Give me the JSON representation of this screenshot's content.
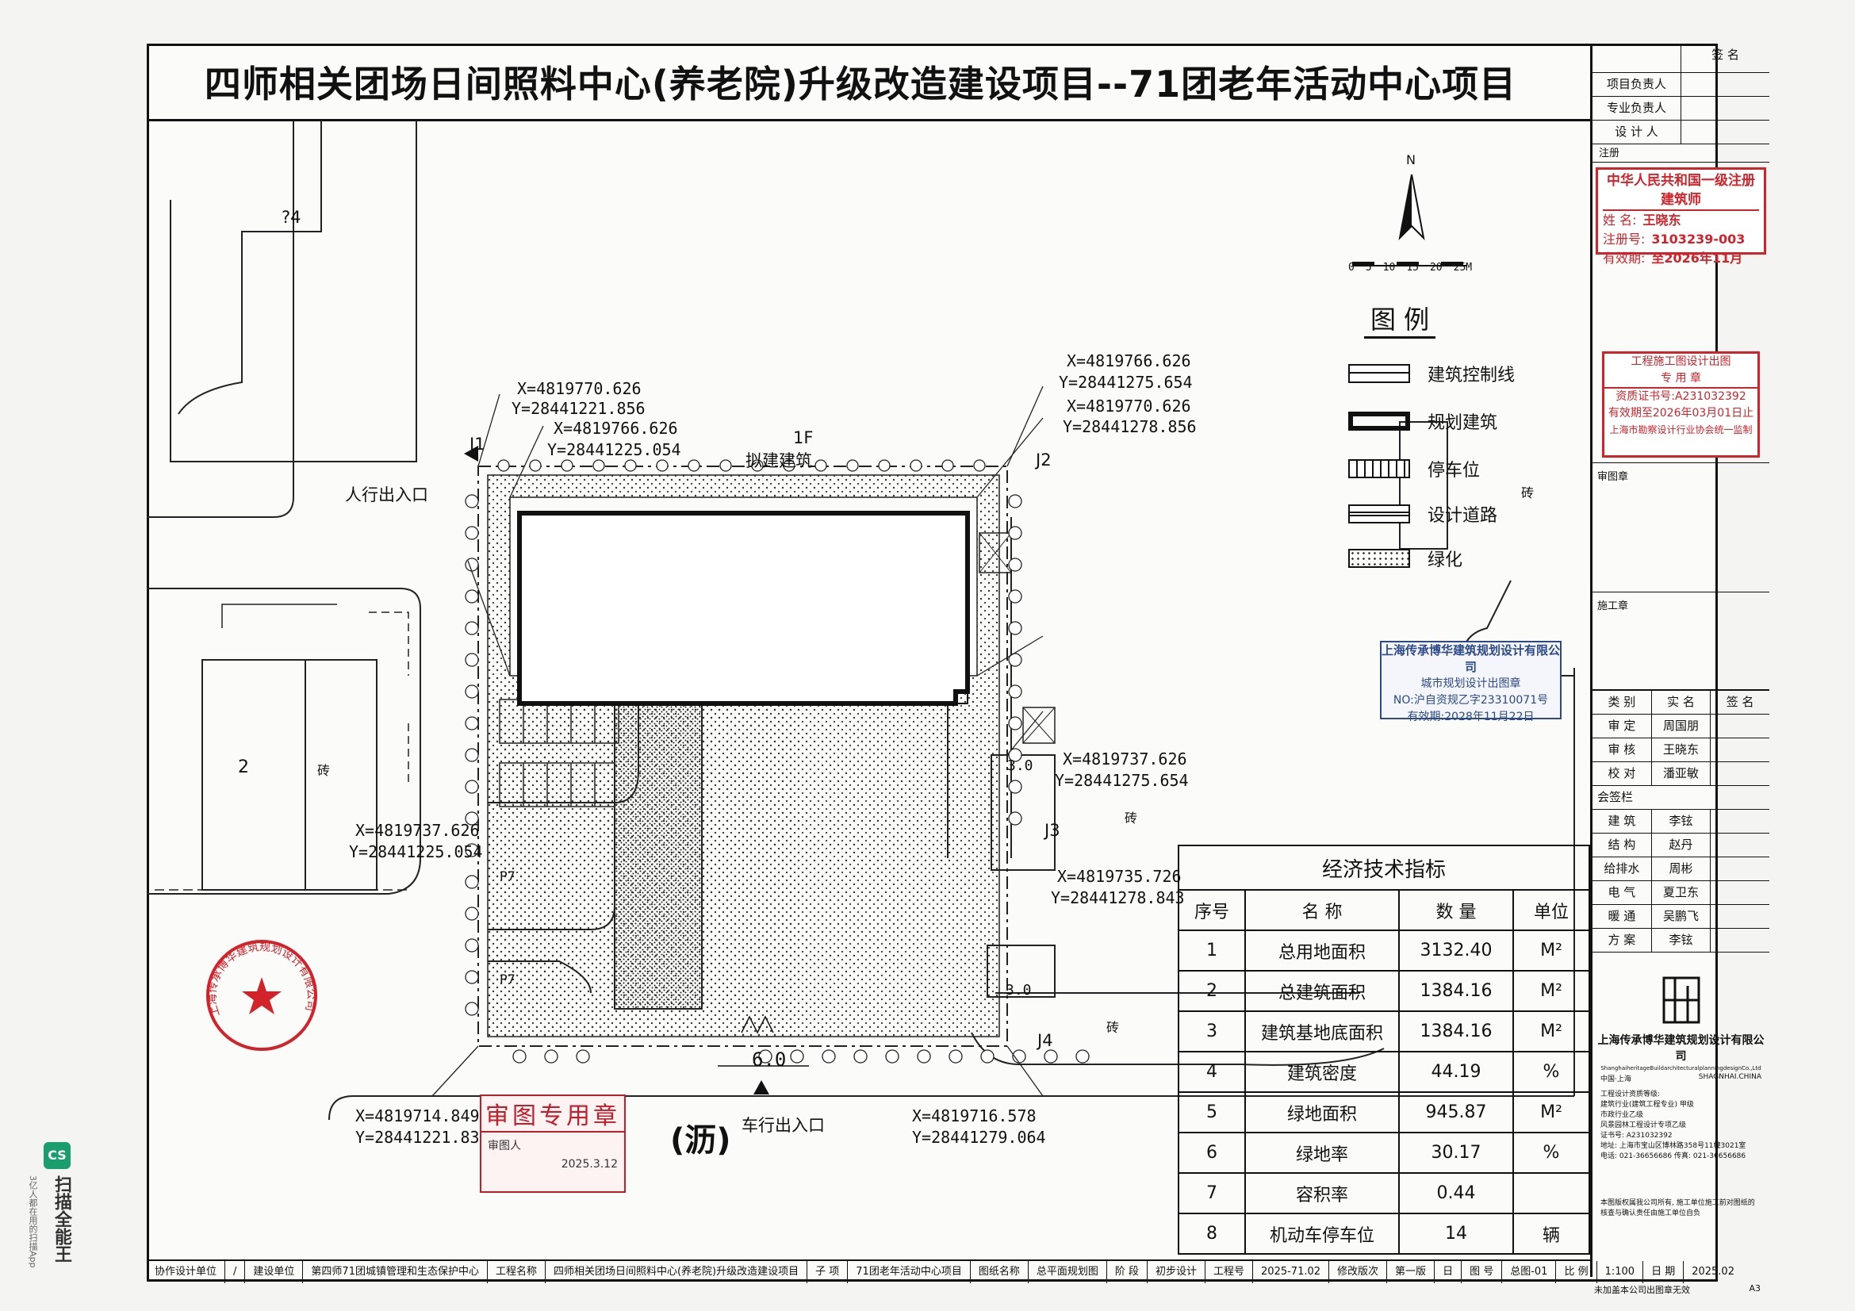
{
  "title": "四师相关团场日间照料中心(养老院)升级改造建设项目--71团老年活动中心项目",
  "compass": {
    "north": "N",
    "scale": [
      "0",
      "5",
      "10",
      "15",
      "20",
      "25M"
    ]
  },
  "legend": {
    "heading": "图 例",
    "items": [
      {
        "label": "建筑控制线"
      },
      {
        "label": "规划建筑"
      },
      {
        "label": "停车位"
      },
      {
        "label": "设计道路"
      },
      {
        "label": "绿化"
      }
    ]
  },
  "site": {
    "building_floor": "1F",
    "building_label": "拟建建筑",
    "pedestrian_entrance": "人行出入口",
    "vehicle_entrance": "车行出入口",
    "road_width": "6.0",
    "dim_30a": "3.0",
    "dim_30b": "3.0",
    "asphalt": "(沥)",
    "parking_p7a": "P7",
    "parking_p7b": "P7",
    "bldg_24": "?4",
    "bldg_2": "2",
    "bldg_brick": "砖",
    "points": {
      "J1": "J1",
      "J2": "J2",
      "J3": "J3",
      "J4": "J4"
    },
    "coords": {
      "c1x": "X=4819770.626",
      "c1y": "Y=28441221.856",
      "c2x": "X=4819766.626",
      "c2y": "Y=28441225.054",
      "c3x": "X=4819766.626",
      "c3y": "Y=28441275.654",
      "c4x": "X=4819770.626",
      "c4y": "Y=28441278.856",
      "c5x": "X=4819737.626",
      "c5y": "Y=28441275.654",
      "c6x": "X=4819735.726",
      "c6y": "Y=28441278.843",
      "c7x": "X=4819737.626",
      "c7y": "Y=28441225.054",
      "c8x": "X=4819714.849",
      "c8y": "Y=28441221.835",
      "c9x": "X=4819716.578",
      "c9y": "Y=28441279.064"
    }
  },
  "indicators": {
    "caption": "经济技术指标",
    "headers": [
      "序号",
      "名  称",
      "数  量",
      "单位"
    ],
    "rows": [
      {
        "no": "1",
        "name": "总用地面积",
        "value": "3132.40",
        "unit": "M²"
      },
      {
        "no": "2",
        "name": "总建筑面积",
        "value": "1384.16",
        "unit": "M²"
      },
      {
        "no": "3",
        "name": "建筑基地底面积",
        "value": "1384.16",
        "unit": "M²"
      },
      {
        "no": "4",
        "name": "建筑密度",
        "value": "44.19",
        "unit": "%"
      },
      {
        "no": "5",
        "name": "绿地面积",
        "value": "945.87",
        "unit": "M²"
      },
      {
        "no": "6",
        "name": "绿地率",
        "value": "30.17",
        "unit": "%"
      },
      {
        "no": "7",
        "name": "容积率",
        "value": "0.44",
        "unit": ""
      },
      {
        "no": "8",
        "name": "机动车停车位",
        "value": "14",
        "unit": "辆"
      }
    ]
  },
  "stamps": {
    "architect_title": "中华人民共和国一级注册建筑师",
    "architect_name_label": "姓 名:",
    "architect_name": "王晓东",
    "architect_reg_label": "注册号:",
    "architect_reg": "3103239-003",
    "architect_valid_label": "有效期:",
    "architect_valid": "至2026年11月",
    "design_seal_title": "工程施工图设计出图",
    "design_seal_sub": "专 用 章",
    "design_cert": "资质证书号:A231032392",
    "design_valid": "有效期至2026年03月01日止",
    "design_assoc": "上海市勘察设计行业协会统一监制",
    "company_seal_title": "上海传承博华建筑规划设计有限公司",
    "company_seal_sub": "城市规划设计出图章",
    "company_seal_no": "NO:沪自资规乙字23310071号",
    "company_seal_valid": "有效期:2028年11月22日",
    "review_seal": "审图专用章",
    "review_person": "审图人",
    "review_date": "2025.3.12",
    "round_seal_text": "上海传承博华建筑规划设计有限公司"
  },
  "titleblock": {
    "sign_header": "签 名",
    "rows_top": [
      "项目负责人",
      "专业负责人",
      "设 计 人"
    ],
    "note_label": "注册",
    "review_label": "审图章",
    "construction_label": "施工章",
    "staff_headers": [
      "类 别",
      "实 名",
      "签 名"
    ],
    "staff": [
      {
        "role": "审  定",
        "name": "周国朋"
      },
      {
        "role": "审  核",
        "name": "王晓东"
      },
      {
        "role": "校  对",
        "name": "潘亚敏"
      }
    ],
    "countersign_label": "会签栏",
    "disciplines": [
      {
        "role": "建  筑",
        "name": "李铉"
      },
      {
        "role": "结  构",
        "name": "赵丹"
      },
      {
        "role": "给排水",
        "name": "周彬"
      },
      {
        "role": "电  气",
        "name": "夏卫东"
      },
      {
        "role": "暖  通",
        "name": "吴鹏飞"
      },
      {
        "role": "方  案",
        "name": "李铉"
      }
    ],
    "company_cn": "上海传承博华建筑规划设计有限公司",
    "company_en": "ShanghaiheritageBuildarchitecturalplanningdesignCo.,Ltd",
    "city_cn": "中国·上海",
    "city_en": "SHAGNHAI.CHINA",
    "qual_heading": "工程设计资质等级:",
    "qual_lines": [
      "建筑行业(建筑工程专业) 甲级",
      "市政行业乙级",
      "风景园林工程设计专项乙级"
    ],
    "qual_no": "证书号: A231032392",
    "address": "地址: 上海市宝山区博林路358号11幢3021室",
    "phone": "电话: 021-36656686  传真: 021-36656686",
    "copyright_note": "本图版权属我公司所有, 施工单位施工前对图纸的核查与确认责任由施工单位自负",
    "footer_note": "未加盖本公司出图章无效",
    "sheet_size": "A3"
  },
  "bottom_bar": [
    "协作设计单位",
    "/",
    "建设单位",
    "第四师71团城镇管理和生态保护中心",
    "工程名称",
    "四师相关团场日间照料中心(养老院)升级改造建设项目",
    "子 项",
    "71团老年活动中心项目",
    "图纸名称",
    "总平面规划图",
    "阶 段",
    "初步设计",
    "工程号",
    "2025-71.02",
    "修改版次",
    "第一版",
    "日",
    "图 号",
    "总图-01",
    "比 例",
    "1:100",
    "日 期",
    "2025.02"
  ],
  "app_watermark": {
    "badge": "CS",
    "name": "扫描全能王",
    "slogan": "3亿人都在用的扫描App"
  }
}
